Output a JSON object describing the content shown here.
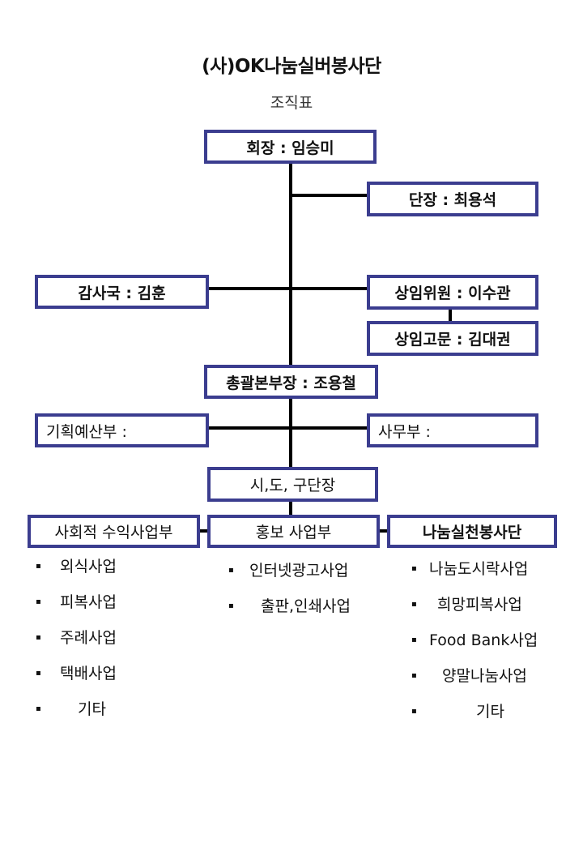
{
  "header": {
    "title": "(사)OK나눔실버봉사단",
    "subtitle": "조직표"
  },
  "nodes": {
    "chairman": "회장 : 임승미",
    "leader": "단장 : 최용석",
    "audit": "감사국 : 김훈",
    "standing_member": "상임위원 : 이수관",
    "standing_advisor": "상임고문 : 김대권",
    "general_director": "총괄본부장 : 조용철",
    "planning": "기획예산부 :",
    "office": "사무부 :",
    "regional": "시,도, 구단장",
    "social_business": "사회적 수익사업부",
    "pr_business": "홍보 사업부",
    "sharing_volunteer": "나눔실천봉사단"
  },
  "lists": {
    "social_business": [
      "외식사업",
      "피복사업",
      "주례사업",
      "택배사업",
      "기타"
    ],
    "pr_business": [
      "인터넷광고사업",
      "출판,인쇄사업"
    ],
    "sharing_volunteer": [
      "나눔도시락사업",
      "희망피복사업",
      "Food Bank사업",
      "양말나눔사업",
      "기타"
    ]
  },
  "bullet_symbol": "▪",
  "colors": {
    "box_border": "#3b3d8f",
    "line": "#000000"
  }
}
